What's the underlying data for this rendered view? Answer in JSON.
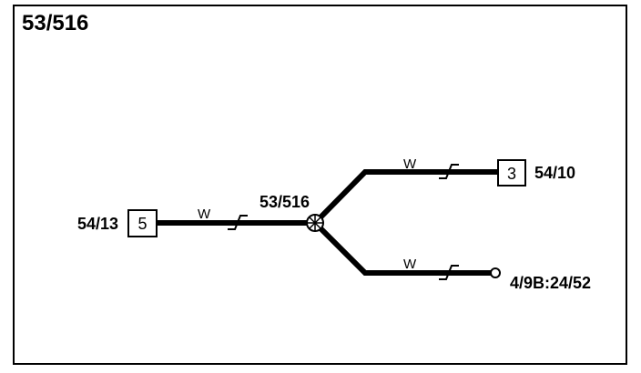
{
  "title": "53/516",
  "splice": {
    "label": "53/516"
  },
  "connectors": {
    "left": {
      "name": "54/13",
      "pin": "5"
    },
    "top_right": {
      "name": "54/10",
      "pin": "3"
    },
    "bottom_right": {
      "name": "4/9B:24/52"
    }
  },
  "wires": {
    "left": {
      "color_code": "W"
    },
    "top": {
      "color_code": "W"
    },
    "bottom": {
      "color_code": "W"
    }
  },
  "colors": {
    "line": "#000000",
    "background": "#ffffff"
  }
}
